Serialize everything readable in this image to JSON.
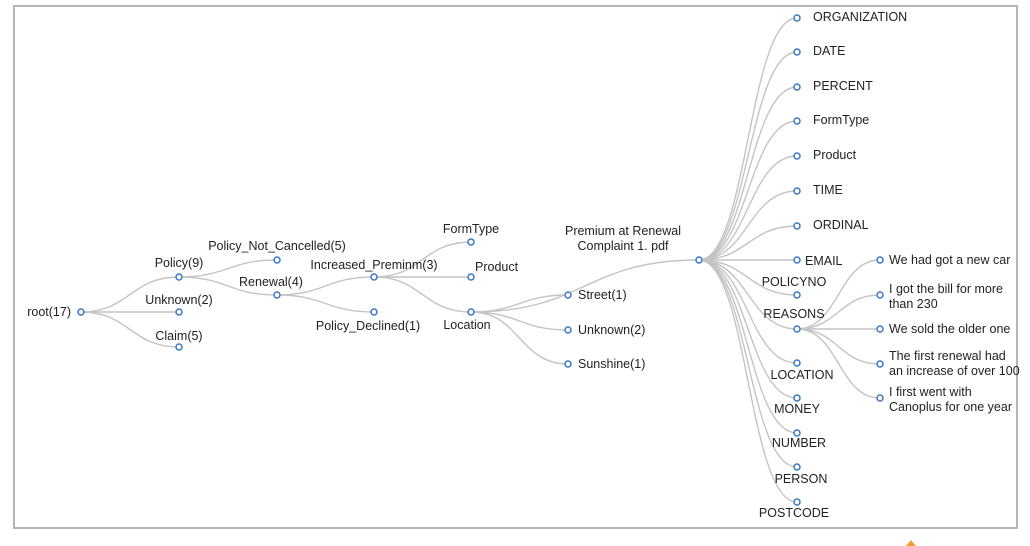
{
  "diagram": {
    "type": "collapsible-tree",
    "colors": {
      "link": "#c4c4c4",
      "node_stroke": "#3b78c7",
      "node_fill": "#ffffff",
      "frame": "#b5b5b5",
      "text": "#222222"
    },
    "nodes": [
      {
        "id": "root",
        "label": "root(17)"
      },
      {
        "id": "policy",
        "label": "Policy(9)"
      },
      {
        "id": "unknown2a",
        "label": "Unknown(2)"
      },
      {
        "id": "claim",
        "label": "Claim(5)"
      },
      {
        "id": "pnc",
        "label": "Policy_Not_Cancelled(5)"
      },
      {
        "id": "renewal",
        "label": "Renewal(4)"
      },
      {
        "id": "incprem",
        "label": "Increased_Preminm(3)"
      },
      {
        "id": "pdec",
        "label": "Policy_Declined(1)"
      },
      {
        "id": "formtype1",
        "label": "FormType"
      },
      {
        "id": "product1",
        "label": "Product"
      },
      {
        "id": "location1",
        "label": "Location"
      },
      {
        "id": "premium",
        "label": "Premium at Renewal\nComplaint 1. pdf"
      },
      {
        "id": "street",
        "label": "Street(1)"
      },
      {
        "id": "unknown2b",
        "label": "Unknown(2)"
      },
      {
        "id": "sunshine",
        "label": "Sunshine(1)"
      },
      {
        "id": "org",
        "label": "ORGANIZATION"
      },
      {
        "id": "date",
        "label": "DATE"
      },
      {
        "id": "percent",
        "label": "PERCENT"
      },
      {
        "id": "formtype2",
        "label": "FormType"
      },
      {
        "id": "product2",
        "label": "Product"
      },
      {
        "id": "time",
        "label": "TIME"
      },
      {
        "id": "ordinal",
        "label": "ORDINAL"
      },
      {
        "id": "email",
        "label": "EMAIL"
      },
      {
        "id": "policyno",
        "label": "POLICYNO"
      },
      {
        "id": "reasons",
        "label": "REASONS"
      },
      {
        "id": "location2",
        "label": "LOCATION"
      },
      {
        "id": "money",
        "label": "MONEY"
      },
      {
        "id": "number",
        "label": "NUMBER"
      },
      {
        "id": "person",
        "label": "PERSON"
      },
      {
        "id": "postcode",
        "label": "POSTCODE"
      },
      {
        "id": "r1",
        "label": "We had got a new car"
      },
      {
        "id": "r2",
        "label": "I got the bill for more\nthan 230"
      },
      {
        "id": "r3",
        "label": "We sold the older one"
      },
      {
        "id": "r4",
        "label": "The first renewal had\nan increase of over 100"
      },
      {
        "id": "r5",
        "label": "I first went with\nCanoplus for one year"
      }
    ],
    "edges": [
      [
        "root",
        "policy"
      ],
      [
        "root",
        "unknown2a"
      ],
      [
        "root",
        "claim"
      ],
      [
        "policy",
        "pnc"
      ],
      [
        "policy",
        "renewal"
      ],
      [
        "renewal",
        "incprem"
      ],
      [
        "renewal",
        "pdec"
      ],
      [
        "incprem",
        "formtype1"
      ],
      [
        "incprem",
        "product1"
      ],
      [
        "incprem",
        "location1"
      ],
      [
        "location1",
        "premium"
      ],
      [
        "location1",
        "street"
      ],
      [
        "location1",
        "unknown2b"
      ],
      [
        "location1",
        "sunshine"
      ],
      [
        "premium",
        "org"
      ],
      [
        "premium",
        "date"
      ],
      [
        "premium",
        "percent"
      ],
      [
        "premium",
        "formtype2"
      ],
      [
        "premium",
        "product2"
      ],
      [
        "premium",
        "time"
      ],
      [
        "premium",
        "ordinal"
      ],
      [
        "premium",
        "email"
      ],
      [
        "premium",
        "policyno"
      ],
      [
        "premium",
        "reasons"
      ],
      [
        "premium",
        "location2"
      ],
      [
        "premium",
        "money"
      ],
      [
        "premium",
        "number"
      ],
      [
        "premium",
        "person"
      ],
      [
        "premium",
        "postcode"
      ],
      [
        "reasons",
        "r1"
      ],
      [
        "reasons",
        "r2"
      ],
      [
        "reasons",
        "r3"
      ],
      [
        "reasons",
        "r4"
      ],
      [
        "reasons",
        "r5"
      ]
    ]
  }
}
